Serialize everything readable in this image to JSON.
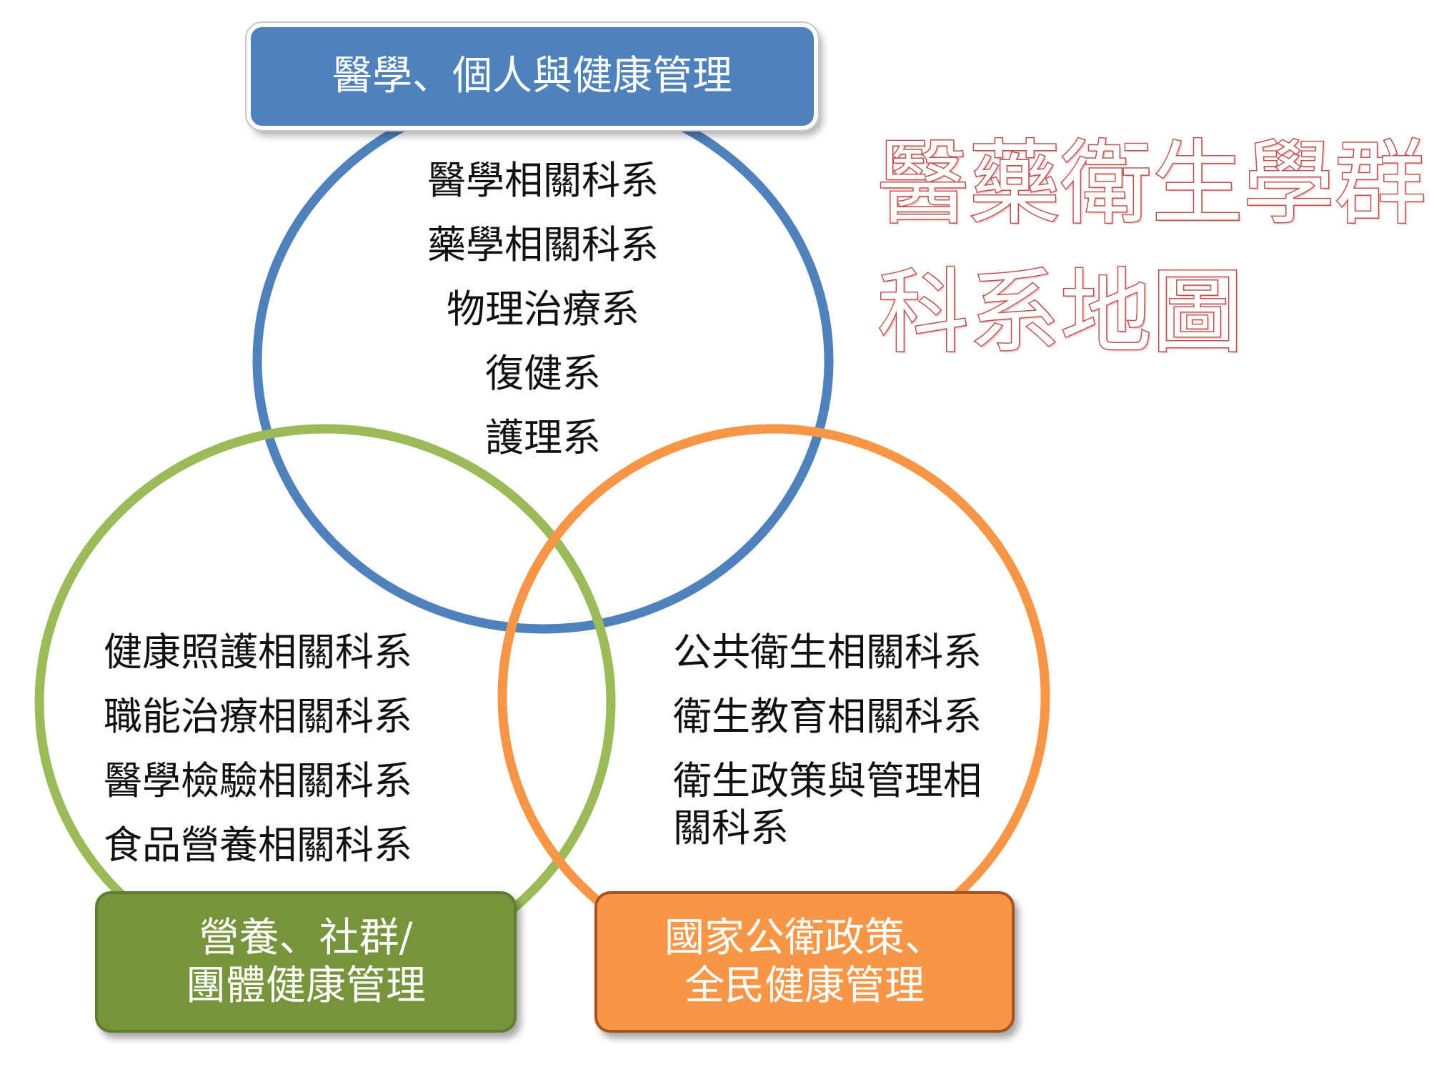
{
  "title": {
    "line1": "醫藥衛生學群",
    "line2": "科系地圖"
  },
  "colors": {
    "blue": "#4f81bd",
    "green": "#9bbb59",
    "orange": "#f79646",
    "title_red": "#c0504d",
    "box_green": "#77933c"
  },
  "groups": {
    "top": {
      "label": "醫學、個人與健康管理",
      "items": [
        "醫學相關科系",
        "藥學相關科系",
        "物理治療系",
        "復健系",
        "護理系"
      ]
    },
    "left": {
      "label_line1": "營養、社群/",
      "label_line2": "團體健康管理",
      "items": [
        "健康照護相關科系",
        "職能治療相關科系",
        "醫學檢驗相關科系",
        "食品營養相關科系"
      ]
    },
    "right": {
      "label_line1": "國家公衛政策、",
      "label_line2": "全民健康管理",
      "items": [
        "公共衛生相關科系",
        "衛生教育相關科系",
        "衛生政策與管理相關科系"
      ]
    }
  }
}
